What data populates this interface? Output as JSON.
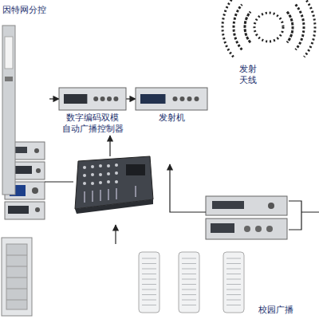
{
  "diagram": {
    "nodes": [
      {
        "text": [
          "因特网分控"
        ]
      },
      {
        "text": [
          "数字编码双模 自动广播控制器"
        ]
      },
      {
        "text": [
          "发射机"
        ]
      },
      {
        "text": [
          "发射天线"
        ]
      },
      {
        "text": [
          "校园广播"
        ]
      }
    ],
    "edges": [
      {
        "from": 0,
        "to": 1,
        "arrow": "to"
      },
      {
        "from": 1,
        "to": 2,
        "arrow": "to"
      }
    ]
  }
}
